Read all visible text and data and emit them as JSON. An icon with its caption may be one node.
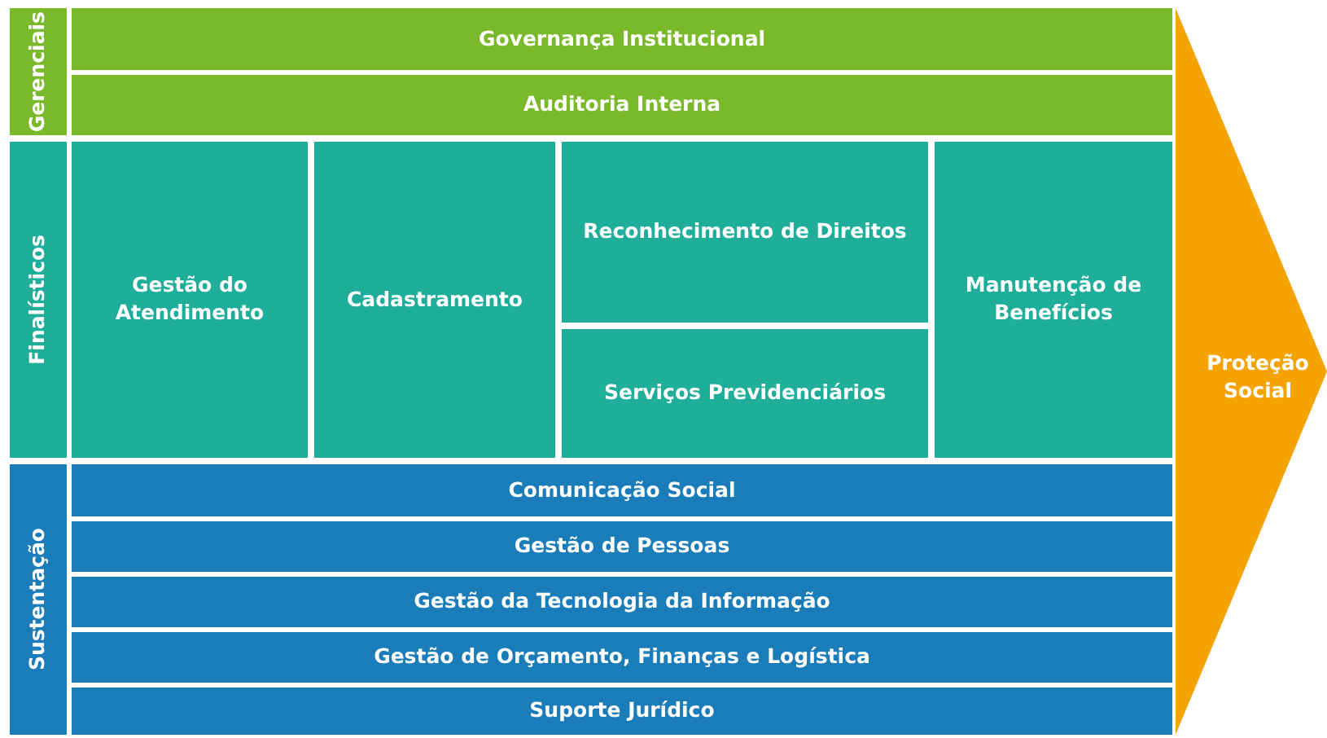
{
  "diagram": {
    "nodes": [
      {
        "text": [
          "Gerenciais"
        ]
      },
      {
        "text": [
          "Governança Institucional"
        ]
      },
      {
        "text": [
          "Auditoria Interna"
        ]
      },
      {
        "text": [
          "Finalísticos"
        ]
      },
      {
        "text": [
          "Gestão do Atendimento"
        ]
      },
      {
        "text": [
          "Cadastramento"
        ]
      },
      {
        "text": [
          "Reconhecimento de Direitos"
        ]
      },
      {
        "text": [
          "Serviços Previdenciários"
        ]
      },
      {
        "text": [
          "Manutenção de Benefícios"
        ]
      },
      {
        "text": [
          "Sustentação"
        ]
      },
      {
        "text": [
          "Comunicação Social"
        ]
      },
      {
        "text": [
          "Gestão de Pessoas"
        ]
      },
      {
        "text": [
          "Gestão da Tecnologia da Informação"
        ]
      },
      {
        "text": [
          "Gestão de Orçamento, Finanças e Logística"
        ]
      },
      {
        "text": [
          "Suporte Jurídico"
        ]
      },
      {
        "text": [
          "Proteção Social"
        ]
      }
    ]
  }
}
